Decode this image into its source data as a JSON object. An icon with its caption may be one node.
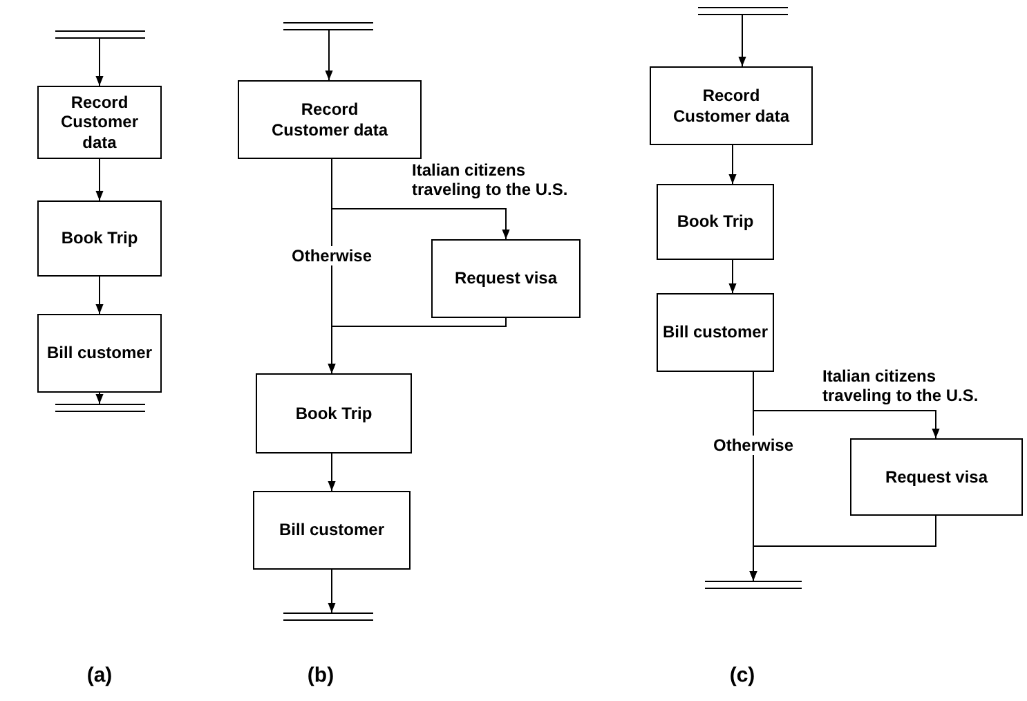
{
  "diagram": {
    "nodes": [
      {
        "text": [],
        "shape": "bar"
      },
      {
        "text": [
          "Record Customer data"
        ]
      },
      {
        "text": [
          "Book Trip"
        ]
      },
      {
        "text": [
          "Bill customer"
        ]
      },
      {
        "text": [],
        "shape": "bar"
      },
      {
        "text": [],
        "shape": "bar"
      },
      {
        "text": [
          "Record Customer data"
        ]
      },
      {
        "text": [
          "Request visa"
        ]
      },
      {
        "text": [
          "Book Trip"
        ]
      },
      {
        "text": [
          "Bill customer"
        ]
      },
      {
        "text": [],
        "shape": "bar"
      },
      {
        "text": [],
        "shape": "bar"
      },
      {
        "text": [
          "Record Customer data"
        ]
      },
      {
        "text": [
          "Book Trip"
        ]
      },
      {
        "text": [
          "Bill customer"
        ]
      },
      {
        "text": [
          "Request visa"
        ]
      },
      {
        "text": [],
        "shape": "bar"
      }
    ],
    "edges": [
      {
        "from": 0,
        "to": 1,
        "arrow": "to"
      },
      {
        "from": 1,
        "to": 2,
        "arrow": "to"
      },
      {
        "from": 2,
        "to": 3,
        "arrow": "to"
      },
      {
        "from": 3,
        "to": 4,
        "arrow": "to"
      },
      {
        "from": 5,
        "to": 6,
        "arrow": "to"
      },
      {
        "from": 6,
        "to": 7,
        "arrow": "to",
        "label": "Italian citizens traveling to the U.S."
      },
      {
        "from": 6,
        "to": 8,
        "arrow": "to",
        "label": "Otherwise"
      },
      {
        "from": 7,
        "to": 8,
        "arrow": "to"
      },
      {
        "from": 8,
        "to": 9,
        "arrow": "to"
      },
      {
        "from": 9,
        "to": 10,
        "arrow": "to"
      },
      {
        "from": 11,
        "to": 12,
        "arrow": "to"
      },
      {
        "from": 12,
        "to": 13,
        "arrow": "to"
      },
      {
        "from": 13,
        "to": 14,
        "arrow": "to"
      },
      {
        "from": 14,
        "to": 15,
        "arrow": "to",
        "label": "Italian citizens traveling to the U.S."
      },
      {
        "from": 14,
        "to": 16,
        "arrow": "to",
        "label": "Otherwise"
      },
      {
        "from": 15,
        "to": 16,
        "arrow": "to"
      }
    ],
    "labels": [
      "(a)",
      "(b)",
      "(c)"
    ]
  }
}
